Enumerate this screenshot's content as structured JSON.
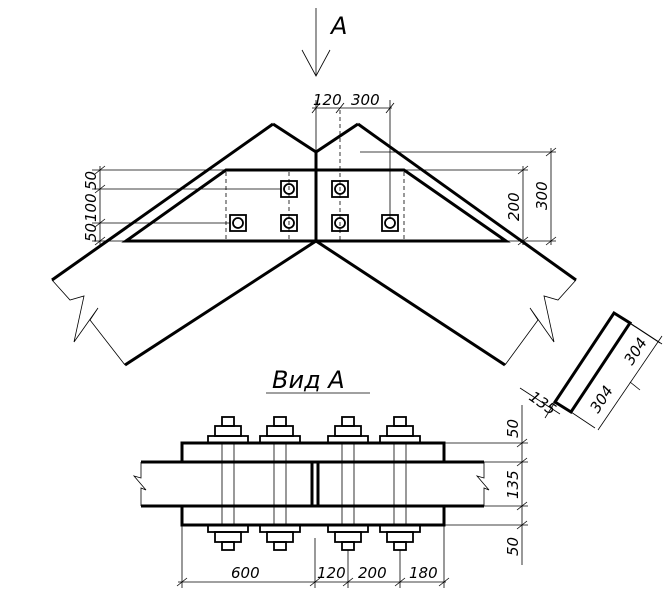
{
  "view_label": "A",
  "section_title": "Вид А",
  "top_dims": {
    "d120": "120",
    "d300": "300"
  },
  "right_dims": {
    "d200": "200",
    "d300": "300"
  },
  "left_dims": {
    "d50a": "50",
    "d100": "100",
    "d50b": "50"
  },
  "detail_dims": {
    "d135": "135",
    "d304a": "304",
    "d304b": "304"
  },
  "section_right_dims": {
    "d50top": "50",
    "d135": "135",
    "d50bot": "50"
  },
  "section_bottom_dims": {
    "d600": "600",
    "d120": "120",
    "d200": "200",
    "d180": "180"
  }
}
